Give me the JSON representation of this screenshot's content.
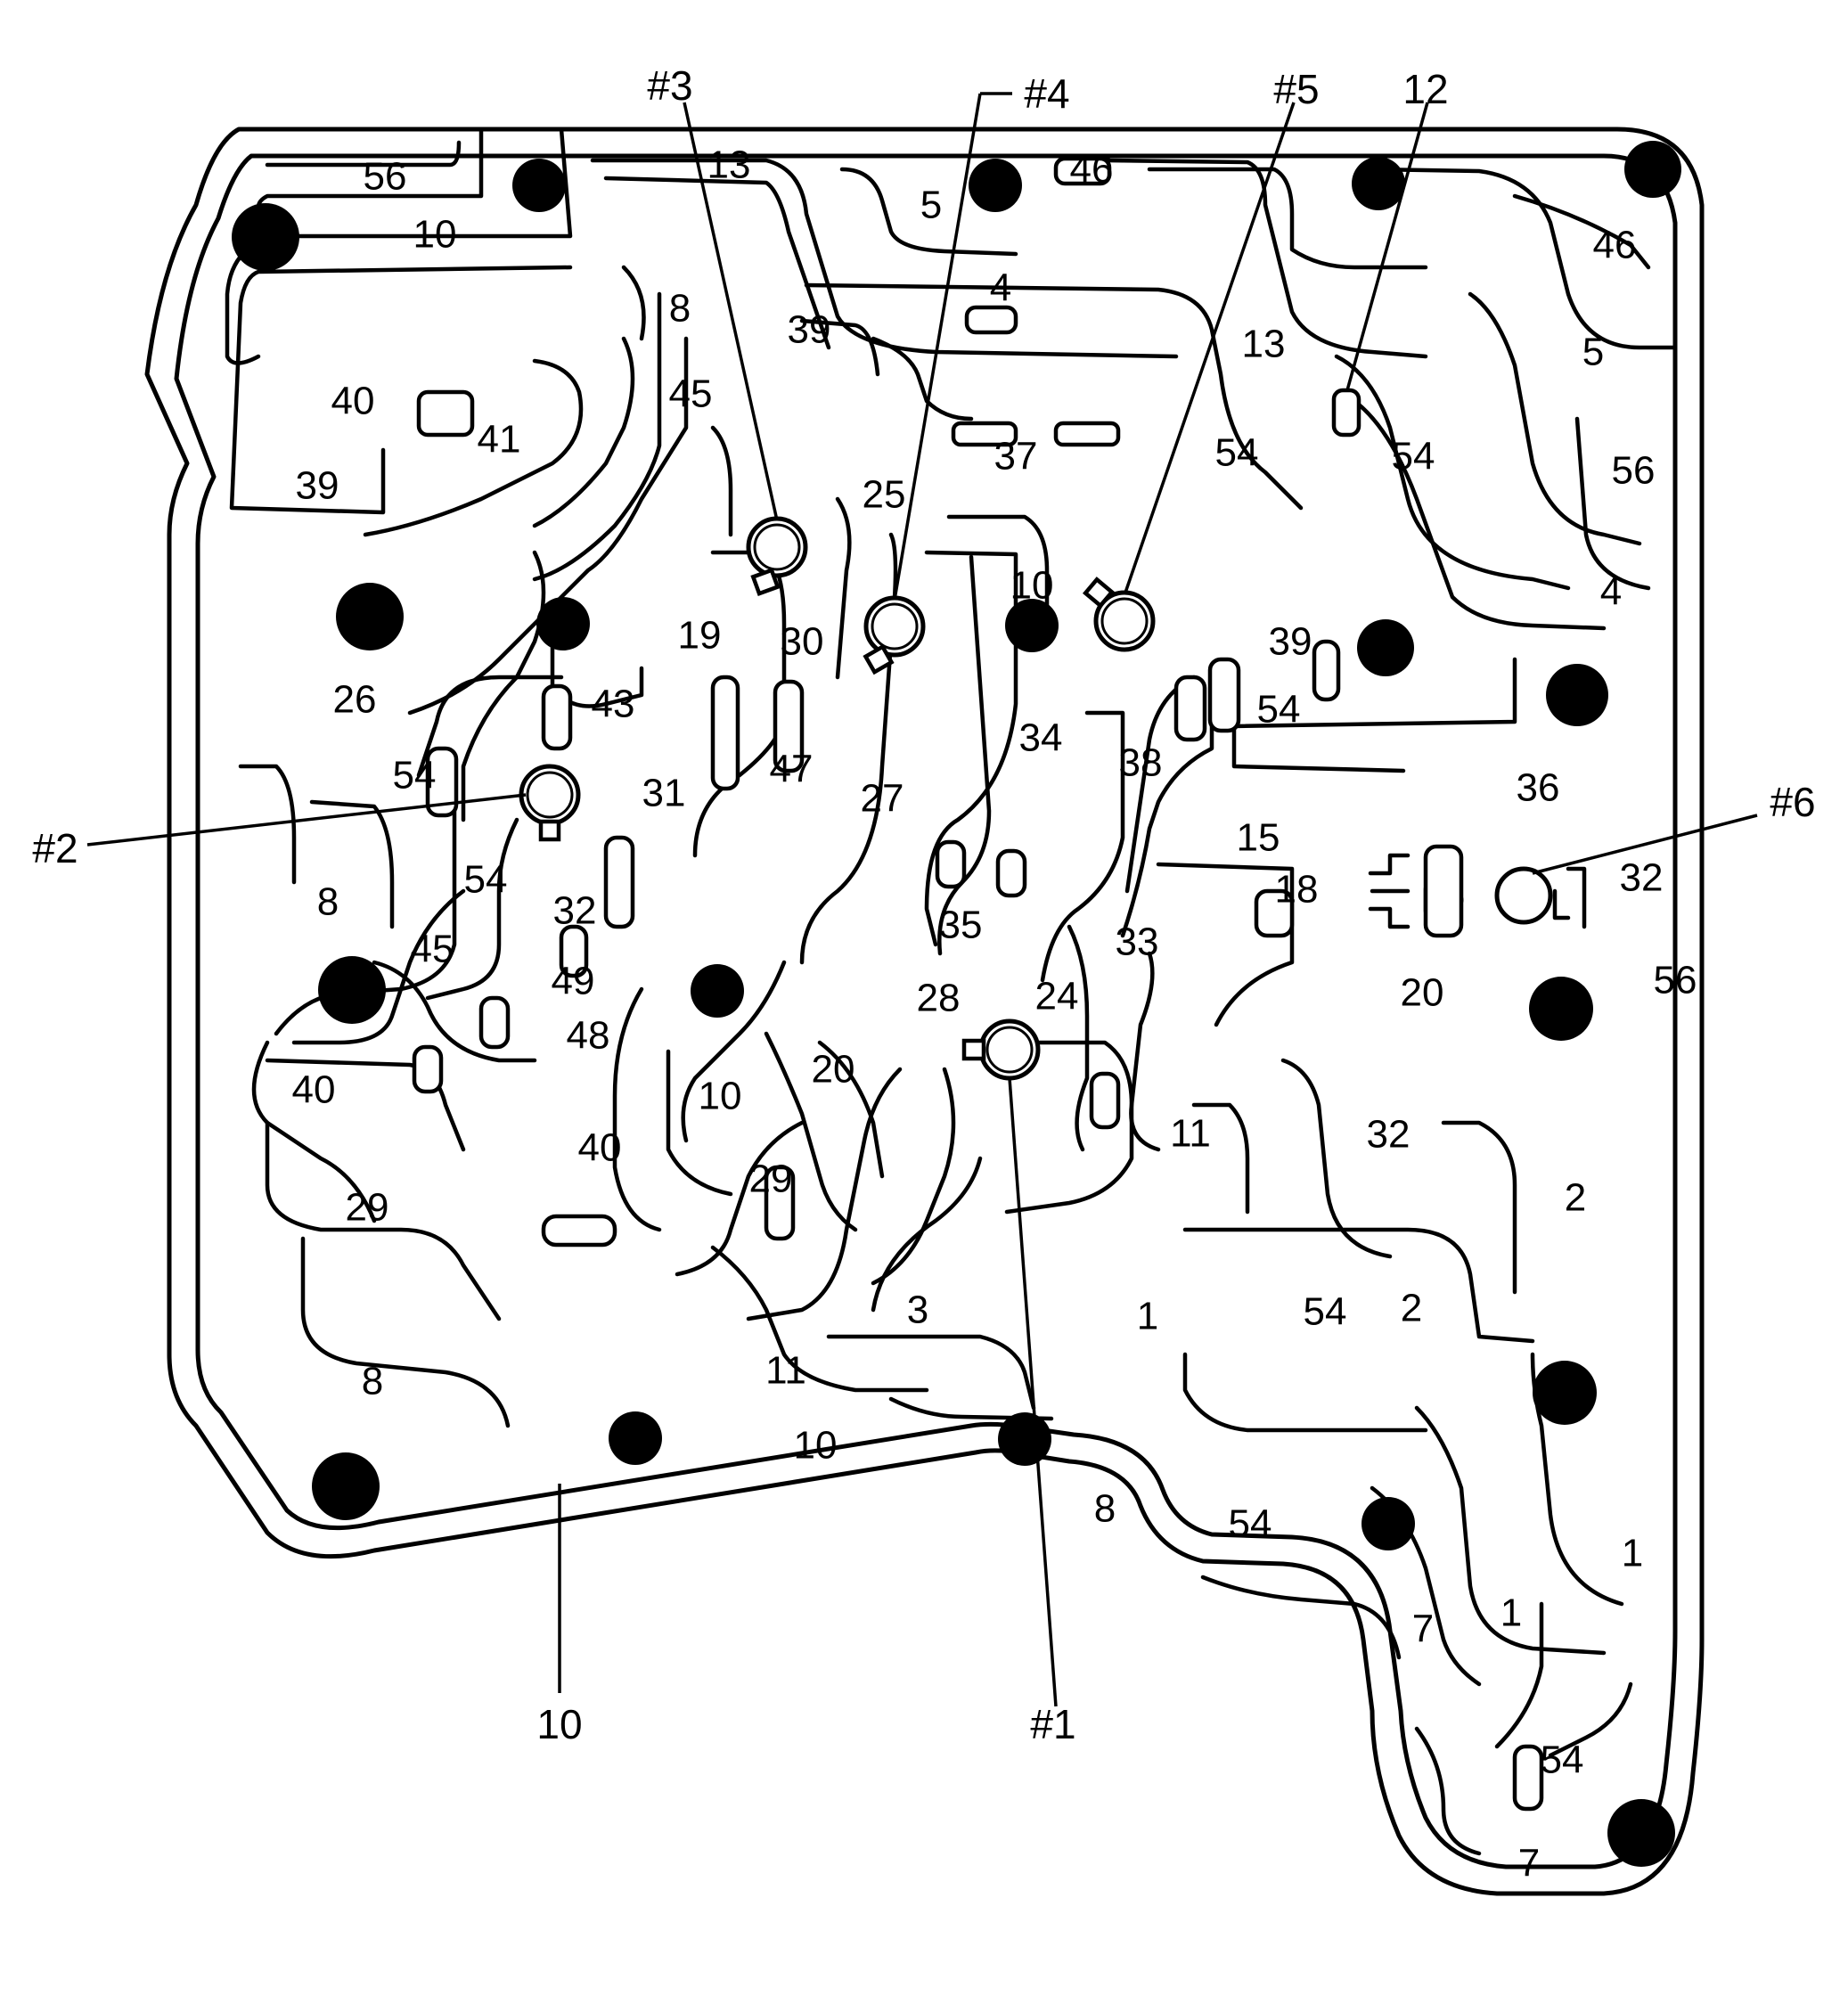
{
  "callouts": {
    "c1": "#1",
    "c2": "#2",
    "c3": "#3",
    "c4": "#4",
    "c5": "#5",
    "c6": "#6",
    "c12": "12",
    "c10": "10"
  },
  "labels": {
    "l56a": "56",
    "l13a": "13",
    "l5a": "5",
    "l46a": "46",
    "l46b": "46",
    "l10a": "10",
    "l4a": "4",
    "l8a": "8",
    "l39a": "39",
    "l5b": "5",
    "l13b": "13",
    "l40a": "40",
    "l45a": "45",
    "l41": "41",
    "l54a": "54",
    "l54b": "54",
    "l56b": "56",
    "l39b": "39",
    "l37": "37",
    "l25": "25",
    "l10b": "10",
    "l4b": "4",
    "l19": "19",
    "l30": "30",
    "l39c": "39",
    "l26": "26",
    "l43": "43",
    "l34": "34",
    "l54c": "54",
    "l38": "38",
    "l47": "47",
    "l36": "36",
    "l54d": "54",
    "l31": "31",
    "l27": "27",
    "l15": "15",
    "l32a": "32",
    "l18": "18",
    "l8b": "8",
    "l54e": "54",
    "l32b": "32",
    "l35": "35",
    "l33": "33",
    "l45b": "45",
    "l20a": "20",
    "l56c": "56",
    "l49": "49",
    "l28": "28",
    "l24": "24",
    "l48": "48",
    "l40b": "40",
    "l10c": "10",
    "l20b": "20",
    "l11a": "11",
    "l32c": "32",
    "l40c": "40",
    "l29a": "29",
    "l29b": "29",
    "l2a": "2",
    "l3": "3",
    "l1a": "1",
    "l54f": "54",
    "l2b": "2",
    "l8c": "8",
    "l11b": "11",
    "l10d": "10",
    "l8d": "8",
    "l54g": "54",
    "l7a": "7",
    "l1b": "1",
    "l1c": "1",
    "l54h": "54",
    "l7b": "7"
  }
}
